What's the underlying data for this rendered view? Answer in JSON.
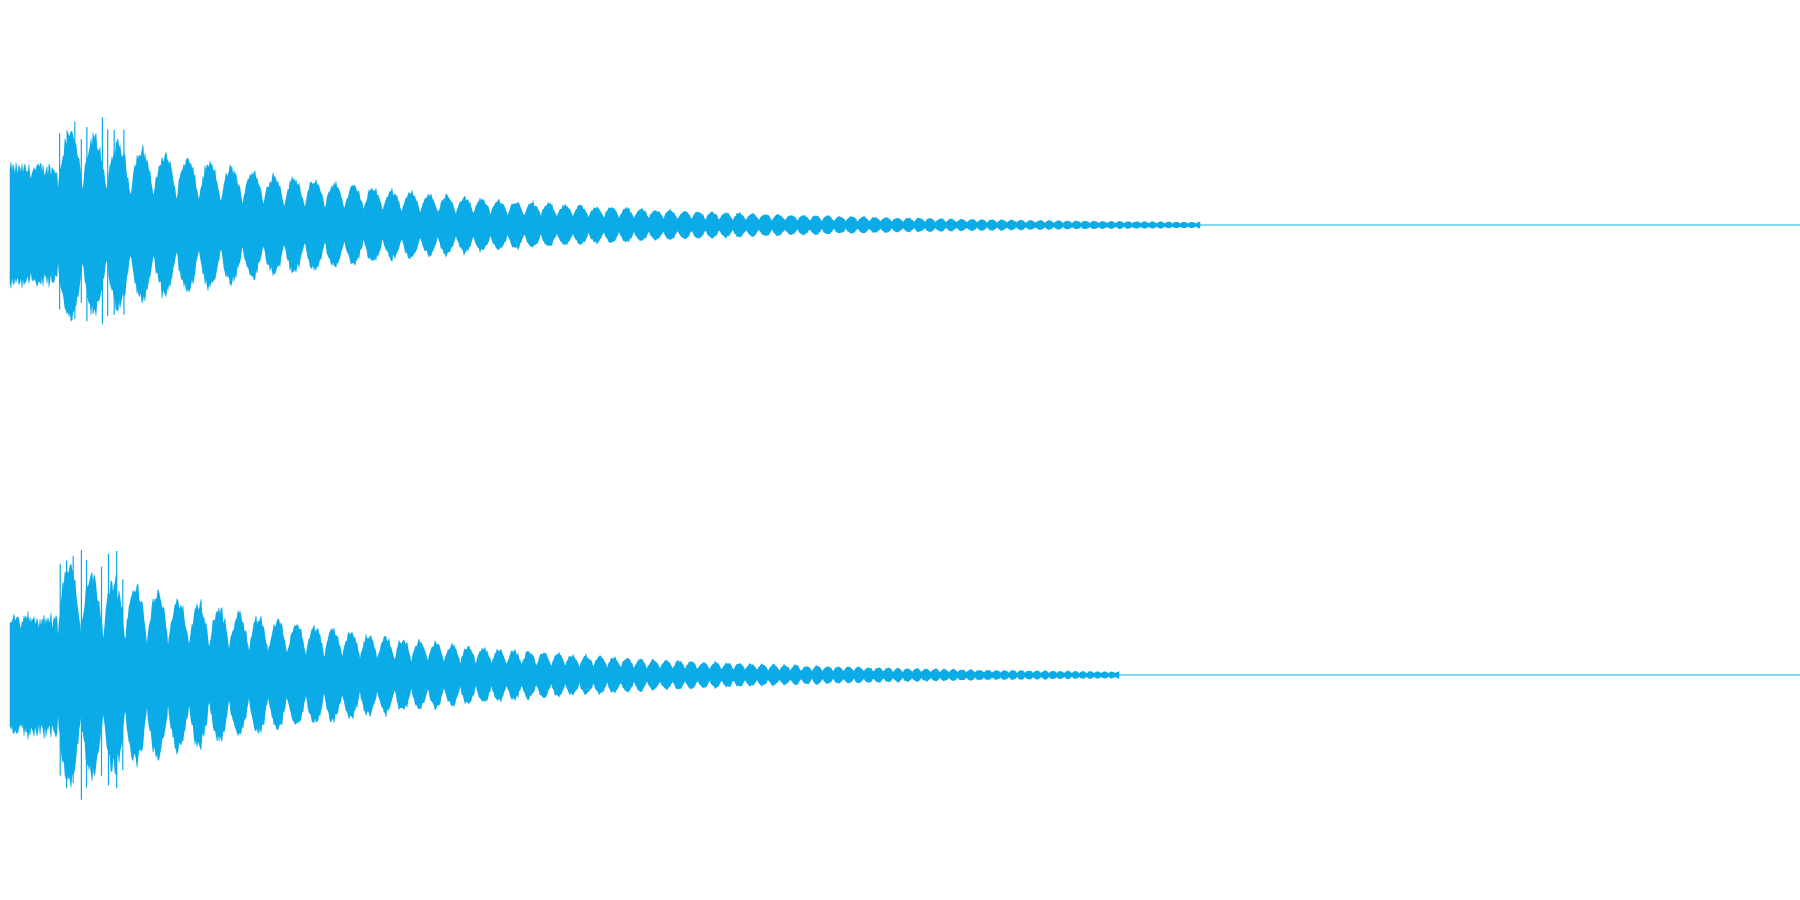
{
  "waveform": {
    "color": "#0aabe6",
    "background": "#ffffff",
    "channels": [
      {
        "name": "channel-1",
        "attack_peak": 0.48,
        "sustain_start": 0.29,
        "decay_to_silence_fraction": 0.665,
        "pulse_count": 46
      },
      {
        "name": "channel-2",
        "attack_peak": 0.56,
        "sustain_start": 0.29,
        "decay_to_silence_fraction": 0.62,
        "pulse_count": 46
      }
    ]
  }
}
